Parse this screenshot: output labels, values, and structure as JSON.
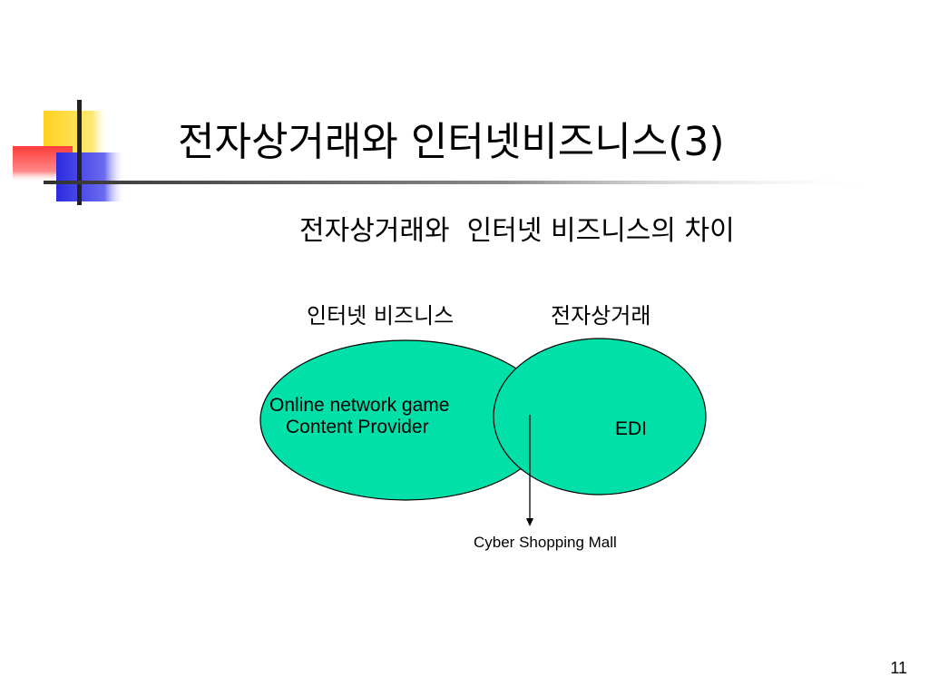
{
  "slide": {
    "title": "전자상거래와 인터넷비즈니스(3)",
    "subtitle": "전자상거래와  인터넷 비즈니스의 차이",
    "page_number": "11"
  },
  "diagram": {
    "left_region_label": "인터넷 비즈니스",
    "right_region_label": "전자상거래",
    "left_ellipse_line1": "Online network game",
    "left_ellipse_line2": "Content Provider",
    "right_ellipse_text": "EDI",
    "overlap_callout": "Cyber Shopping Mall"
  },
  "colors": {
    "ellipse_fill": "#00E0A8",
    "outline": "#000000",
    "deco_yellow": "#FFD21F",
    "deco_red": "#FF3B3B",
    "deco_blue": "#2B2BE0",
    "rule": "#444444"
  }
}
